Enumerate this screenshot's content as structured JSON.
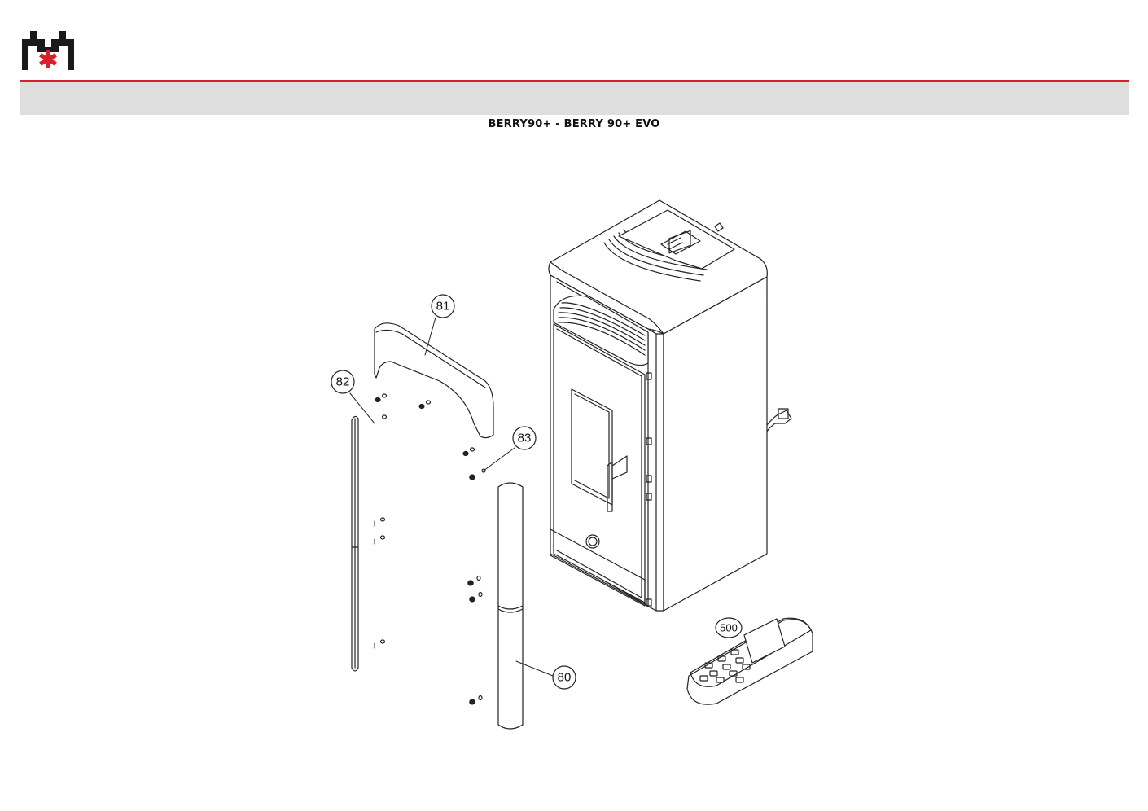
{
  "header": {
    "brand_color": "#d7202a",
    "band_color": "#dedede",
    "logo_icon": "stove-flame-logo-icon"
  },
  "document": {
    "title": "BERRY90+ - BERRY 90+ EVO"
  },
  "callouts": [
    {
      "id": "callout-81",
      "label": "81"
    },
    {
      "id": "callout-82",
      "label": "82"
    },
    {
      "id": "callout-83",
      "label": "83"
    },
    {
      "id": "callout-80",
      "label": "80"
    },
    {
      "id": "callout-500",
      "label": "500"
    }
  ]
}
